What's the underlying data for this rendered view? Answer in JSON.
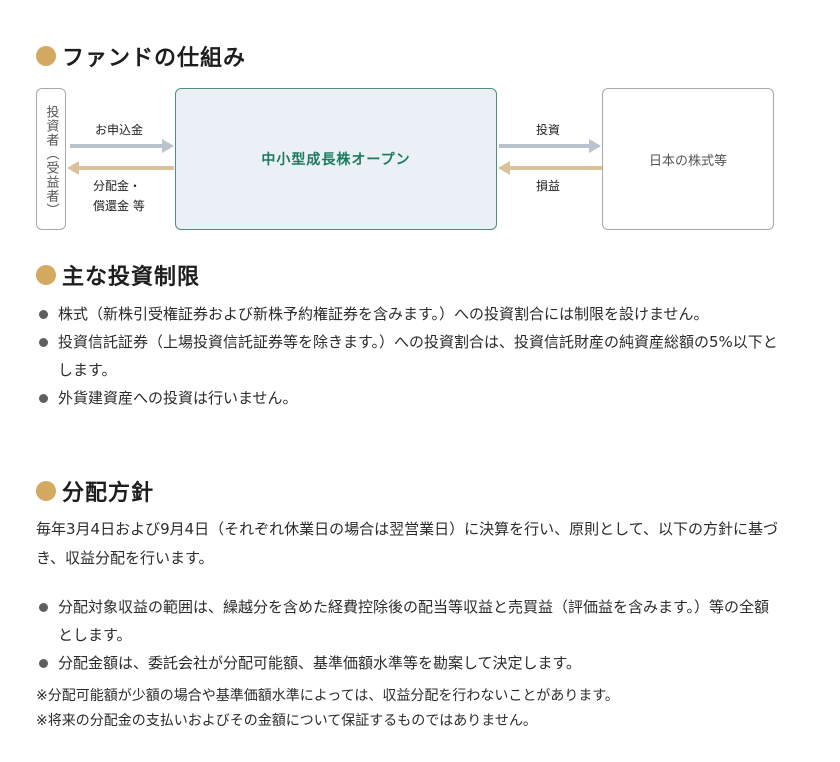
{
  "section1": {
    "title": "ファンドの仕組み"
  },
  "diagram": {
    "investor": "投資者（受益者）",
    "fund": "中小型成長株オープン",
    "market": "日本の株式等",
    "label_subscription": "お申込金",
    "label_distribution_line1": "分配金・",
    "label_distribution_line2": "償還金 等",
    "label_investment": "投資",
    "label_profit_loss": "損益",
    "colors": {
      "arrow_right": "#b9c3cd",
      "arrow_left": "#d9c19a",
      "fund_border": "#4f8f7c",
      "fund_bg": "#eaf0f5"
    }
  },
  "section2": {
    "title": "主な投資制限",
    "bullets": [
      "株式（新株引受権証券および新株予約権証券を含みます。）への投資割合には制限を設けません。",
      "投資信託証券（上場投資信託証券等を除きます。）への投資割合は、投資信託財産の純資産総額の5%以下とします。",
      "外貨建資産への投資は行いません。"
    ]
  },
  "section3": {
    "title": "分配方針",
    "intro": "毎年3月4日および9月4日（それぞれ休業日の場合は翌営業日）に決算を行い、原則として、以下の方針に基づき、収益分配を行います。",
    "bullets": [
      "分配対象収益の範囲は、繰越分を含めた経費控除後の配当等収益と売買益（評価益を含みます。）等の全額とします。",
      "分配金額は、委託会社が分配可能額、基準価額水準等を勘案して決定します。"
    ],
    "notes": [
      "※分配可能額が少額の場合や基準価額水準によっては、収益分配を行わないことがあります。",
      "※将来の分配金の支払いおよびその金額について保証するものではありません。"
    ]
  },
  "colors": {
    "heading_dot": "#d4aa63",
    "bullet_dot": "#5f5f5f"
  }
}
